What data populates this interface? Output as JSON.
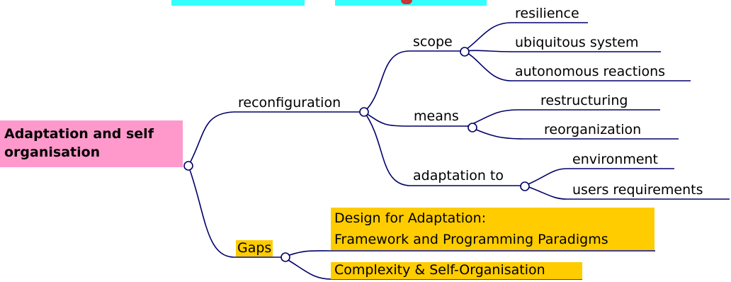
{
  "top_strip": {
    "left_box_color": "#33ffff",
    "right_box_color": "#33ffff"
  },
  "root": {
    "line1": "Adaptation and self",
    "line2": "organisation",
    "color": "#ff99cc"
  },
  "branches": {
    "reconfiguration": {
      "label": "reconfiguration",
      "scope": {
        "label": "scope",
        "items": [
          "resilience",
          "ubiquitous system",
          "autonomous reactions"
        ]
      },
      "means": {
        "label": "means",
        "items": [
          "restructuring",
          "reorganization"
        ]
      },
      "adaptation_to": {
        "label": "adaptation to",
        "items": [
          "environment",
          "users requirements"
        ]
      }
    },
    "gaps": {
      "label": "Gaps",
      "items": [
        {
          "line1": "Design for Adaptation:",
          "line2": "Framework and Programming Paradigms"
        },
        {
          "line1": "Complexity & Self-Organisation"
        }
      ],
      "highlight_color": "#ffcc00"
    }
  },
  "line_color": "#00006a"
}
